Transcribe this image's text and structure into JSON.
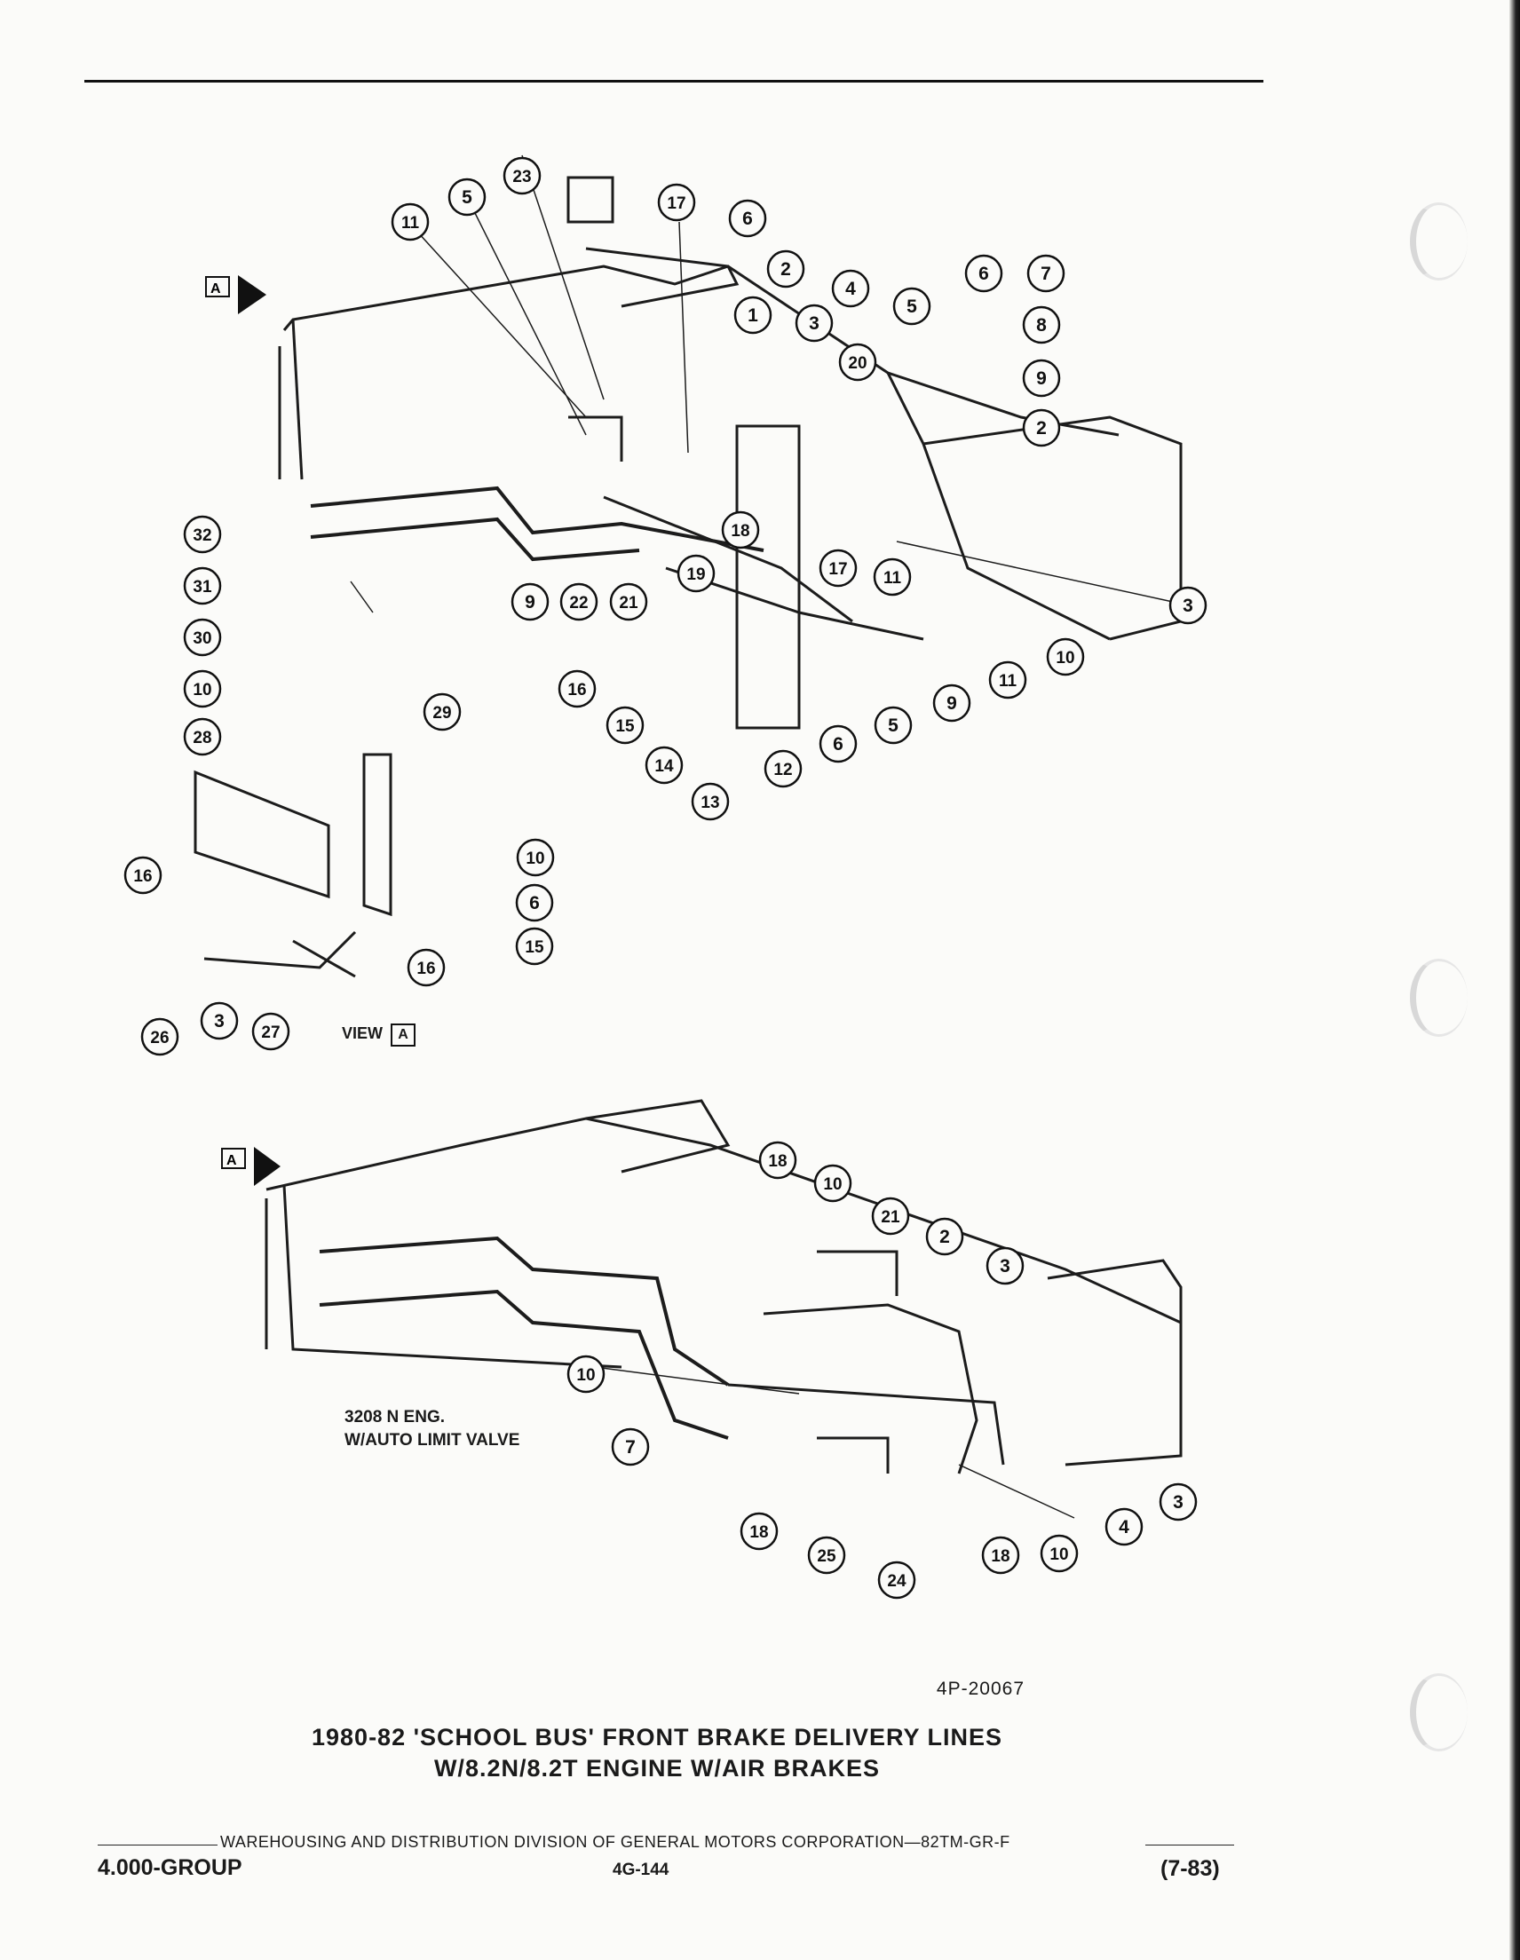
{
  "figure_id": "4P-20067",
  "caption_line1": "1980-82 'SCHOOL BUS' FRONT BRAKE DELIVERY LINES",
  "caption_line2": "W/8.2N/8.2T ENGINE  W/AIR BRAKES",
  "view_label_prefix": "VIEW",
  "view_letter": "A",
  "arrow_letter": "A",
  "variant_label_line1": "3208 N ENG.",
  "variant_label_line2": "W/AUTO LIMIT VALVE",
  "footer_line": "WAREHOUSING AND DISTRIBUTION  DIVISION OF GENERAL MOTORS CORPORATION—82TM-GR-F",
  "footer_left": "4.000-GROUP",
  "footer_center": "4G-144",
  "footer_right": "(7-83)",
  "callouts_top": [
    "23",
    "5",
    "11",
    "17",
    "6",
    "2",
    "4",
    "1",
    "3",
    "20",
    "5",
    "6",
    "7",
    "8",
    "9",
    "2",
    "32",
    "31",
    "30",
    "10",
    "28",
    "29",
    "18",
    "17",
    "11",
    "3",
    "10",
    "9",
    "22",
    "21",
    "19",
    "16",
    "15",
    "14",
    "13",
    "12",
    "6",
    "5",
    "9",
    "11",
    "10",
    "6",
    "15",
    "16",
    "16",
    "26",
    "3",
    "27",
    "15"
  ],
  "callouts_bottom": [
    "18",
    "10",
    "21",
    "2",
    "3",
    "10",
    "7",
    "18",
    "25",
    "24",
    "18",
    "10",
    "4",
    "3"
  ]
}
